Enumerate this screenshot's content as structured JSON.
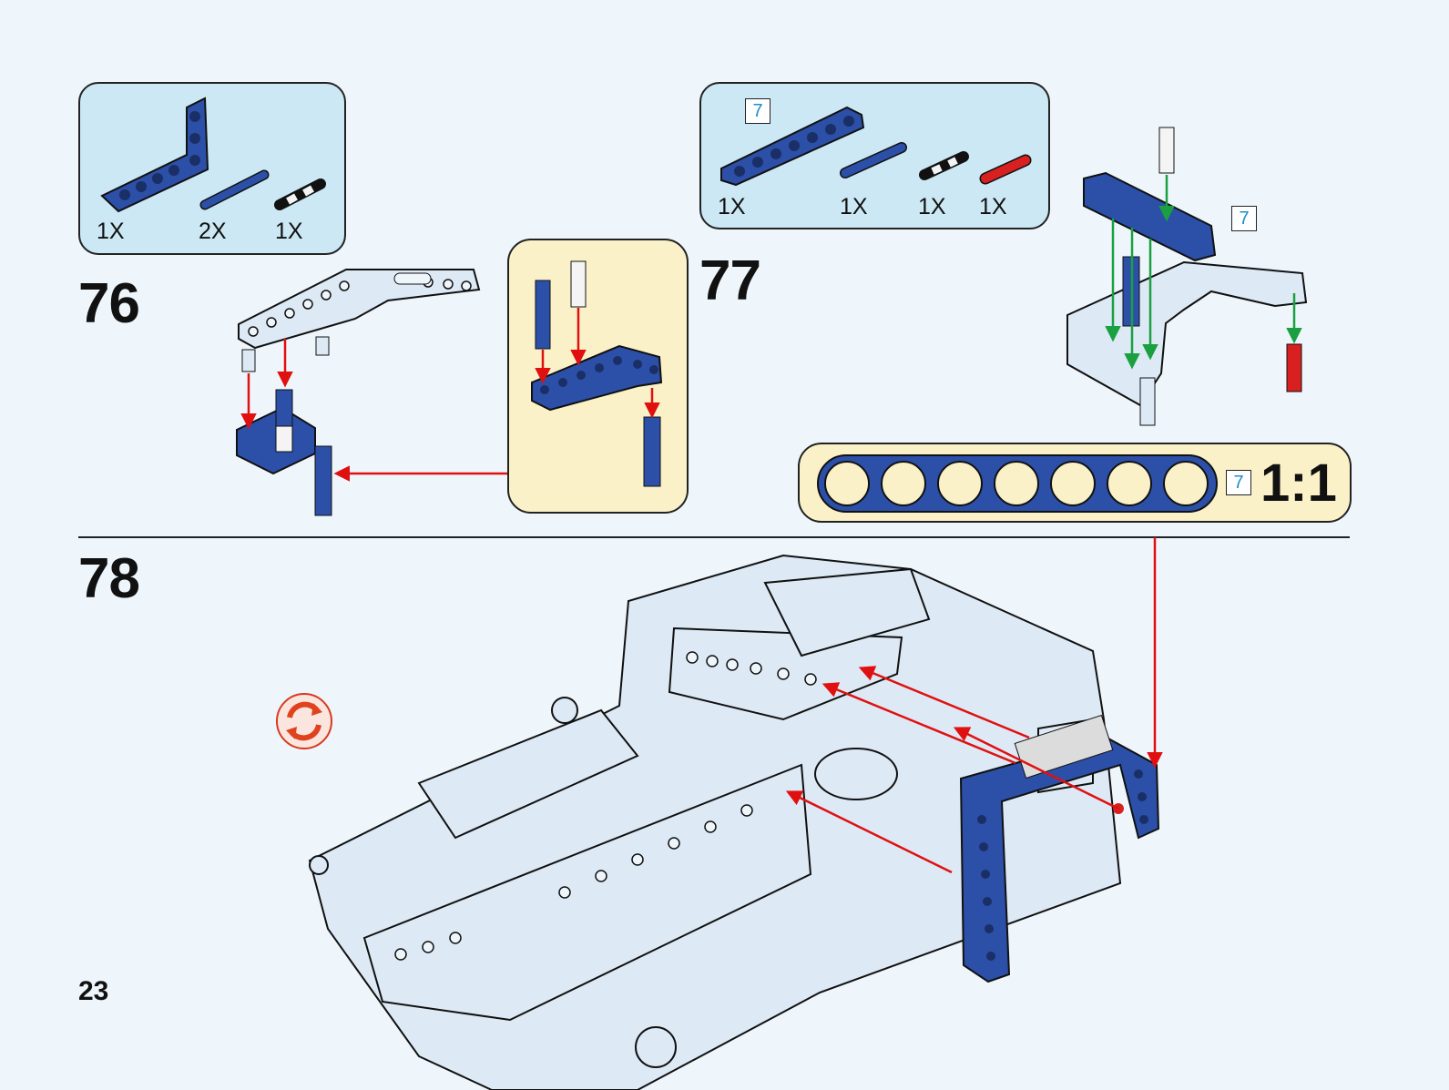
{
  "page_number": "23",
  "steps": {
    "step76": {
      "number": "76",
      "parts": [
        {
          "qty": "1X"
        },
        {
          "qty": "2X"
        },
        {
          "qty": "1X"
        }
      ]
    },
    "step77": {
      "number": "77",
      "parts": [
        {
          "qty": "1X"
        },
        {
          "qty": "1X"
        },
        {
          "qty": "1X"
        },
        {
          "qty": "1X"
        }
      ],
      "beam_length_tag": "7",
      "callout_length_tag": "7"
    },
    "step78": {
      "number": "78"
    }
  },
  "scale_guide": {
    "length_tag": "7",
    "ratio": "1:1",
    "holes": 7
  },
  "icons": {
    "rotate": "rotate-model-icon"
  },
  "colors": {
    "background": "#eef6fc",
    "parts_panel": "#cbe8f4",
    "subassembly_panel": "#fbf1c8",
    "blue_part": "#2c4fa8",
    "light_part": "#dde9f5",
    "red_arrow": "#e01010",
    "green_arrow": "#1aa040"
  }
}
